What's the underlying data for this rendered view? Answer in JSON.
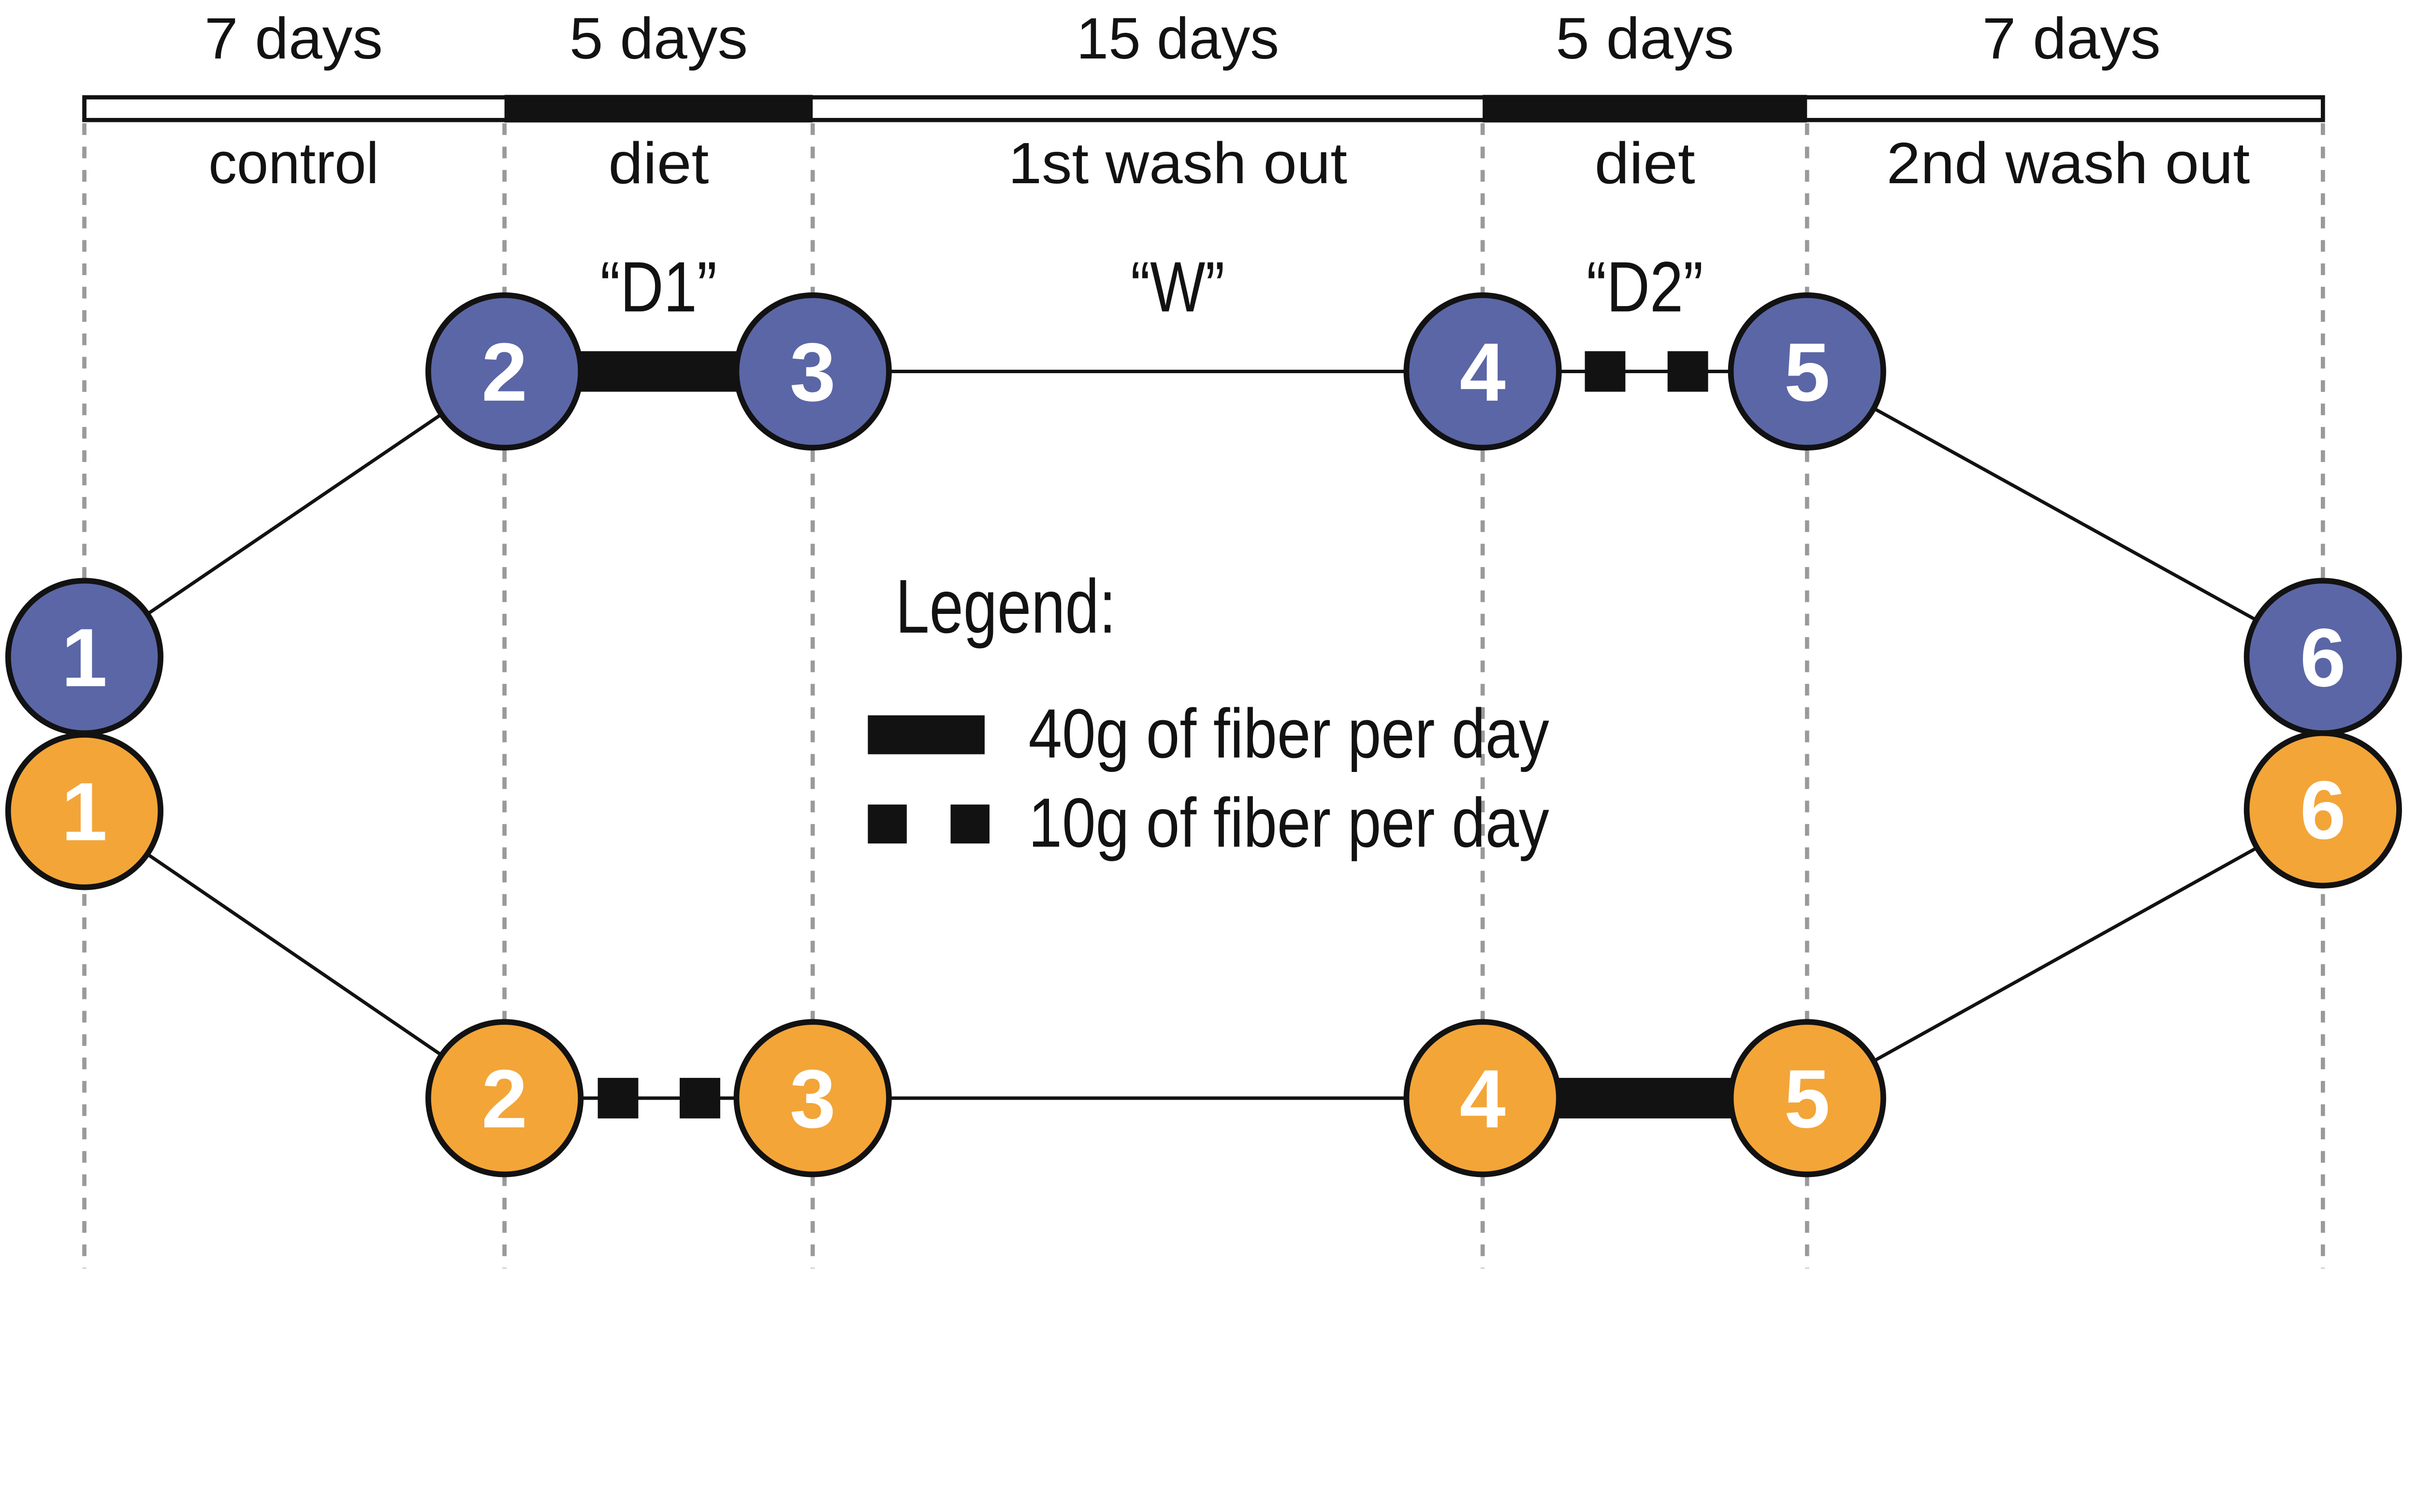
{
  "timeline": {
    "phases": [
      {
        "duration": "7 days",
        "label": "control"
      },
      {
        "duration": "5 days",
        "label": "diet",
        "code": "“D1”"
      },
      {
        "duration": "15 days",
        "label": "1st wash out",
        "code": "“W”"
      },
      {
        "duration": "5 days",
        "label": "diet",
        "code": "“D2”"
      },
      {
        "duration": "7 days",
        "label": "2nd wash out"
      }
    ]
  },
  "arms": [
    {
      "name": "top-arm",
      "color_key": "blue",
      "nodes": [
        "1",
        "2",
        "3",
        "4",
        "5",
        "6"
      ],
      "interventions": [
        {
          "between": "2-3",
          "type": "solid-bar",
          "meaning": "40g of fiber per day"
        },
        {
          "between": "4-5",
          "type": "dashed-squares",
          "meaning": "10g of fiber per day"
        }
      ]
    },
    {
      "name": "bottom-arm",
      "color_key": "orange",
      "nodes": [
        "1",
        "2",
        "3",
        "4",
        "5",
        "6"
      ],
      "interventions": [
        {
          "between": "2-3",
          "type": "dashed-squares",
          "meaning": "10g of fiber per day"
        },
        {
          "between": "4-5",
          "type": "solid-bar",
          "meaning": "40g of fiber per day"
        }
      ]
    }
  ],
  "legend": {
    "title": "Legend:",
    "items": [
      {
        "swatch": "solid-bar",
        "label": "40g of fiber per day"
      },
      {
        "swatch": "dashed-squares",
        "label": "10g of fiber per day"
      }
    ]
  },
  "colors": {
    "blue": "#5B66A6",
    "orange": "#F3A538",
    "dash": "#9A9A9A",
    "ink": "#121212"
  }
}
